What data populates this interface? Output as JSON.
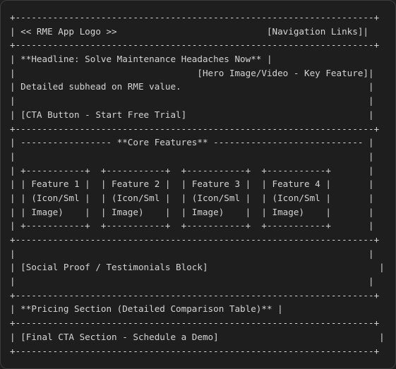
{
  "wireframe": {
    "lines": [
      "+-------------------------------------------------------------------+",
      "| << RME App Logo >>                            [Navigation Links]|",
      "+-------------------------------------------------------------------+",
      "| **Headline: Solve Maintenance Headaches Now** |                    ",
      "|                                  [Hero Image/Video - Key Feature]|",
      "| Detailed subhead on RME value.                                   |",
      "|                                                                  |",
      "| [CTA Button - Start Free Trial]                                  |",
      "+-------------------------------------------------------------------+",
      "| ----------------- **Core Features** ---------------------------- |",
      "|                                                                  |",
      "| +-----------+  +-----------+  +-----------+  +-----------+       |",
      "| | Feature 1 |  | Feature 2 |  | Feature 3 |  | Feature 4 |       |",
      "| | (Icon/Sml |  | (Icon/Sml |  | (Icon/Sml |  | (Icon/Sml |       |",
      "| | Image)    |  | Image)    |  | Image)    |  | Image)    |       |",
      "| +-----------+  +-----------+  +-----------+  +-----------+       |",
      "+-------------------------------------------------------------------+",
      "|                                                                  |",
      "| [Social Proof / Testimonials Block]                                |",
      "|                                                                  |",
      "+-------------------------------------------------------------------+",
      "| **Pricing Section (Detailed Comparison Table)** |                  ",
      "+-------------------------------------------------------------------+",
      "| [Final CTA Section - Schedule a Demo]                              |",
      "+-------------------------------------------------------------------+"
    ]
  }
}
